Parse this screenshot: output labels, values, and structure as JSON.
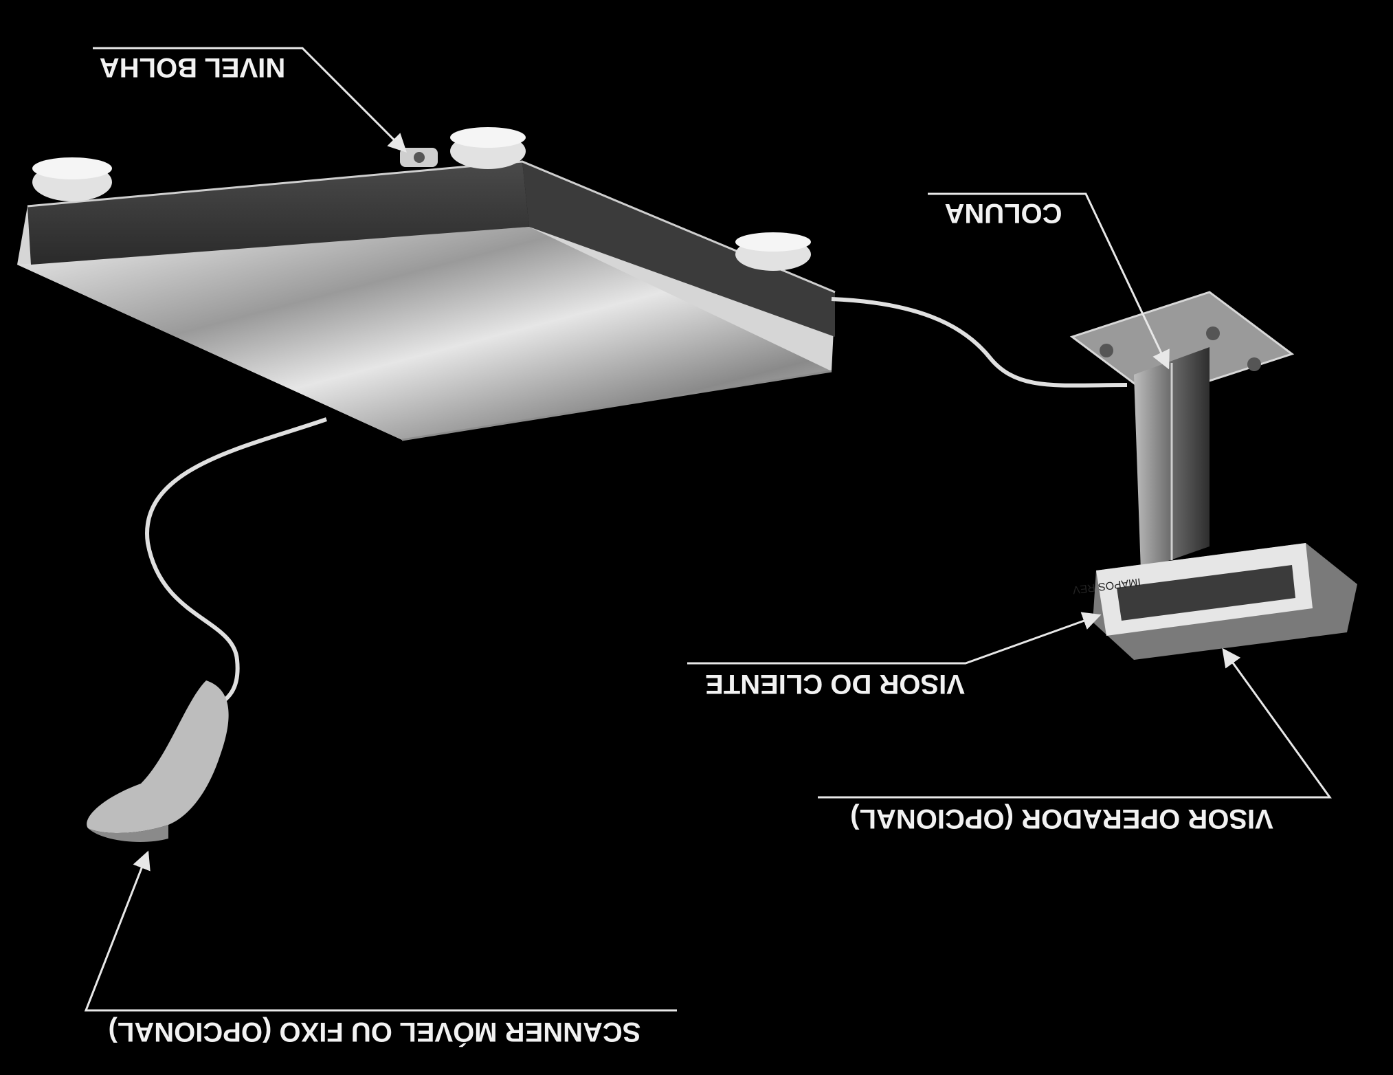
{
  "colors": {
    "background": "#000000",
    "line": "#e8e8e8",
    "panel_light": "#dcdcdc",
    "panel_dark": "#3a3a3a"
  },
  "labels": {
    "nivel_bolha": "NIVEL BOLHA",
    "coluna": "COLUNA",
    "visor_cliente": "VISOR  DO CLIENTE",
    "visor_operador": "VISOR OPERADOR (OPCIONAL)",
    "scanner": "SCANNER MÓVEL OU FIXO (OPCIONAL)"
  },
  "display_text": "IMAPOS REV"
}
